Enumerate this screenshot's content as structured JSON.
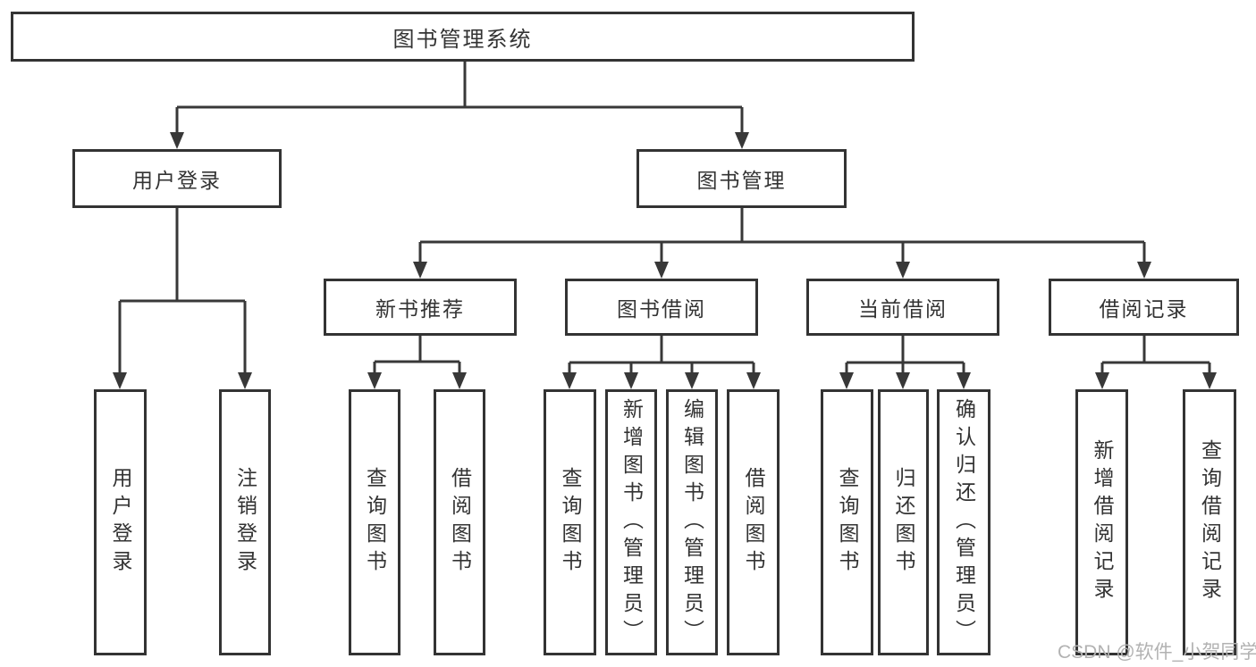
{
  "diagram": {
    "title": "图书管理系统",
    "nodes": {
      "root": "图书管理系统",
      "user_login": "用户登录",
      "book_mgmt": "图书管理",
      "new_book_rec": "新书推荐",
      "book_borrow": "图书借阅",
      "current_borrow": "当前借阅",
      "borrow_records": "借阅记录"
    },
    "leaves": {
      "user_login": [
        "用户登录",
        "注销登录"
      ],
      "new_book_rec": [
        "查询图书",
        "借阅图书"
      ],
      "book_borrow": [
        "查询图书",
        "新增图书（管理员）",
        "编辑图书（管理员）",
        "借阅图书"
      ],
      "current_borrow": [
        "查询图书",
        "归还图书",
        "确认归还（管理员）"
      ],
      "borrow_records": [
        "新增借阅记录",
        "查询借阅记录"
      ]
    },
    "colors": {
      "line": "#383838",
      "border": "#333333",
      "text": "#333333",
      "background": "#ffffff",
      "watermark": "#b2b2b2"
    }
  },
  "watermark": "CSDN @软件_小贺同学"
}
